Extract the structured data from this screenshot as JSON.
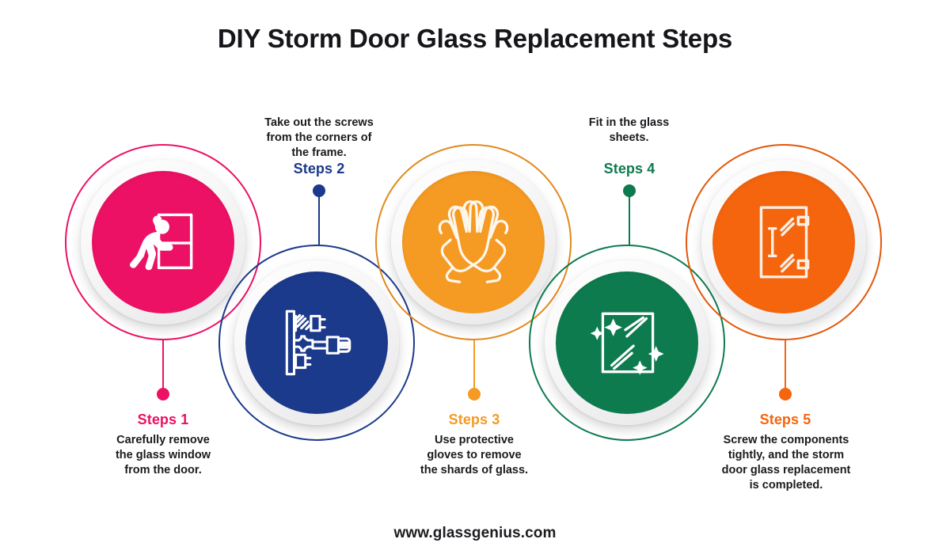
{
  "title": "DIY Storm Door Glass Replacement Steps",
  "footer": {
    "url": "www.glassgenius.com"
  },
  "colors": {
    "step1_pink": "#EC1164",
    "step2_navy": "#1C3A8B",
    "step3_amber": "#F59A23",
    "step4_green": "#0E7B4E",
    "step5_orange": "#F4650D",
    "text_dark": "#1b1b1f",
    "background": "#FFFFFF"
  },
  "steps": [
    {
      "id": "step-1",
      "label": "Steps 1",
      "caption": "Carefully remove\nthe glass window\nfrom the door.",
      "color": "#EC1164",
      "icon": "person-removing-door-panel-icon",
      "position": "below"
    },
    {
      "id": "step-2",
      "label": "Steps 2",
      "caption": "Take out the screws\nfrom the corners of\nthe frame.",
      "color": "#1C3A8B",
      "icon": "screwdriver-and-screws-icon",
      "position": "above"
    },
    {
      "id": "step-3",
      "label": "Steps 3",
      "caption": "Use protective\ngloves to remove\nthe shards of glass.",
      "color": "#F59A23",
      "icon": "protective-gloves-icon",
      "position": "below"
    },
    {
      "id": "step-4",
      "label": "Steps 4",
      "caption": "Fit in the glass\nsheets.",
      "color": "#0E7B4E",
      "icon": "sparkling-glass-sheet-icon",
      "position": "above"
    },
    {
      "id": "step-5",
      "label": "Steps 5",
      "caption": "Screw the components\ntightly, and the storm\ndoor glass replacement\nis completed.",
      "color": "#F4650D",
      "icon": "finished-glass-door-icon",
      "position": "below"
    }
  ]
}
